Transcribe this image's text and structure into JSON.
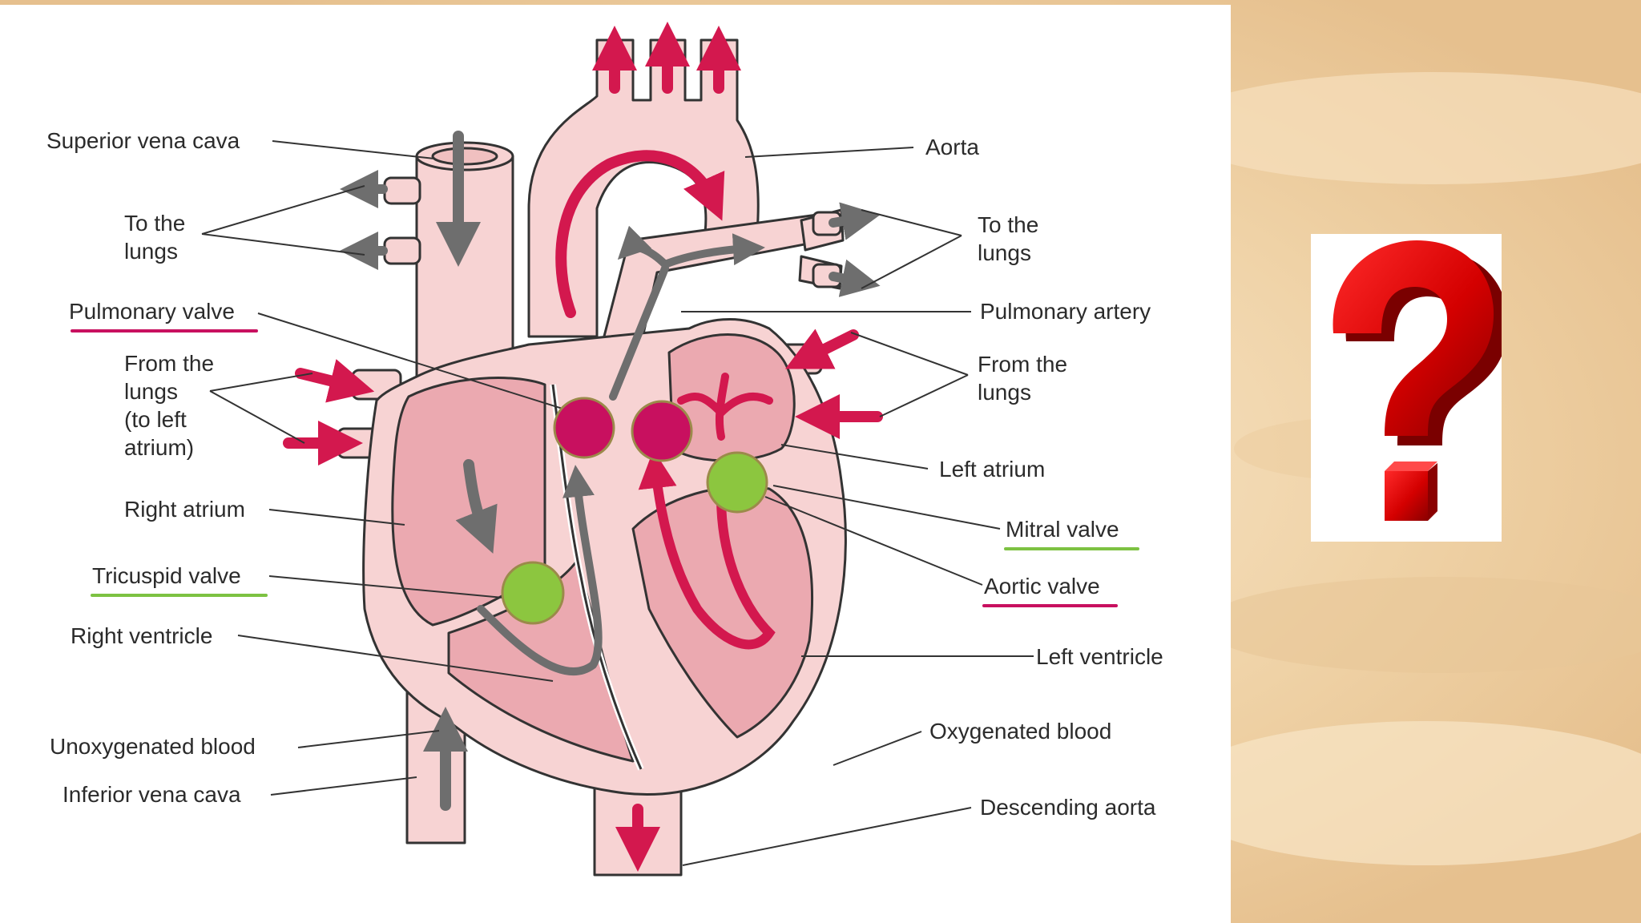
{
  "diagram": {
    "labels": {
      "superior_vena_cava": "Superior vena cava",
      "to_lungs_left_1": "To the",
      "to_lungs_left_2": "lungs",
      "pulmonary_valve": "Pulmonary valve",
      "from_lungs_left_1": "From the",
      "from_lungs_left_2": "lungs",
      "from_lungs_left_3": "(to left",
      "from_lungs_left_4": "atrium)",
      "right_atrium": "Right atrium",
      "tricuspid_valve": "Tricuspid valve",
      "right_ventricle": "Right ventricle",
      "unoxygenated_blood": "Unoxygenated blood",
      "inferior_vena_cava": "Inferior vena cava",
      "aorta": "Aorta",
      "to_lungs_right_1": "To the",
      "to_lungs_right_2": "lungs",
      "pulmonary_artery": "Pulmonary artery",
      "from_lungs_right_1": "From the",
      "from_lungs_right_2": "lungs",
      "left_atrium": "Left atrium",
      "mitral_valve": "Mitral valve",
      "aortic_valve": "Aortic valve",
      "left_ventricle": "Left ventricle",
      "oxygenated_blood": "Oxygenated blood",
      "descending_aorta": "Descending aorta"
    },
    "colors": {
      "tissue": "#f7d3d3",
      "chamber": "#eba9b0",
      "outline": "#333333",
      "arrow_red": "#d3184e",
      "arrow_gray": "#6e6e6e",
      "semilunar_marker": "#c8105f",
      "av_marker": "#8cc63f",
      "underline_magenta": "#c8105f",
      "underline_green": "#7dc242"
    }
  },
  "question_icon": "question-mark-icon"
}
